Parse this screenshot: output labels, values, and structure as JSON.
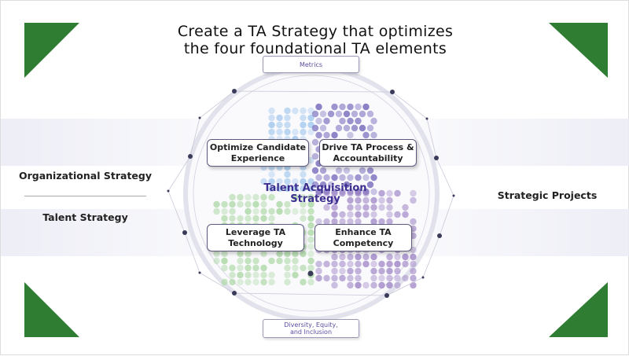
{
  "title": {
    "line1": "Create a TA Strategy that optimizes",
    "line2": "the four foundational TA elements"
  },
  "left": {
    "top": "Organizational Strategy",
    "bottom": "Talent Strategy"
  },
  "right": "Strategic Projects",
  "top_pill": "Metrics",
  "bottom_pill": {
    "line1": "Diversity, Equity,",
    "line2": "and Inclusion"
  },
  "center": {
    "line1": "Talent Acquisition",
    "line2": "Strategy"
  },
  "quadrants": [
    {
      "line1": "Optimize Candidate",
      "line2": "Experience",
      "color": "#9cc4ec"
    },
    {
      "line1": "Drive TA Process &",
      "line2": "Accountability",
      "color": "#6f63b8"
    },
    {
      "line1": "Leverage TA",
      "line2": "Technology",
      "color": "#a8d6a0"
    },
    {
      "line1": "Enhance TA",
      "line2": "Competency",
      "color": "#9c82c4"
    }
  ],
  "colors": {
    "corner": "#2e7d32",
    "accent": "#3c2f8f"
  }
}
